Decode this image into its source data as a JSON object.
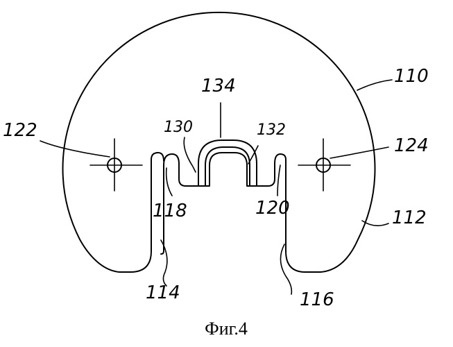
{
  "figure": {
    "labels": {
      "body": "110",
      "edge": "112",
      "left_foot": "114",
      "right_foot": "116",
      "left_inner": "118",
      "right_inner": "120",
      "left_hole": "122",
      "right_hole": "124",
      "left_notch": "130",
      "right_notch": "132",
      "tab": "134"
    },
    "caption": "Фиг.4"
  }
}
